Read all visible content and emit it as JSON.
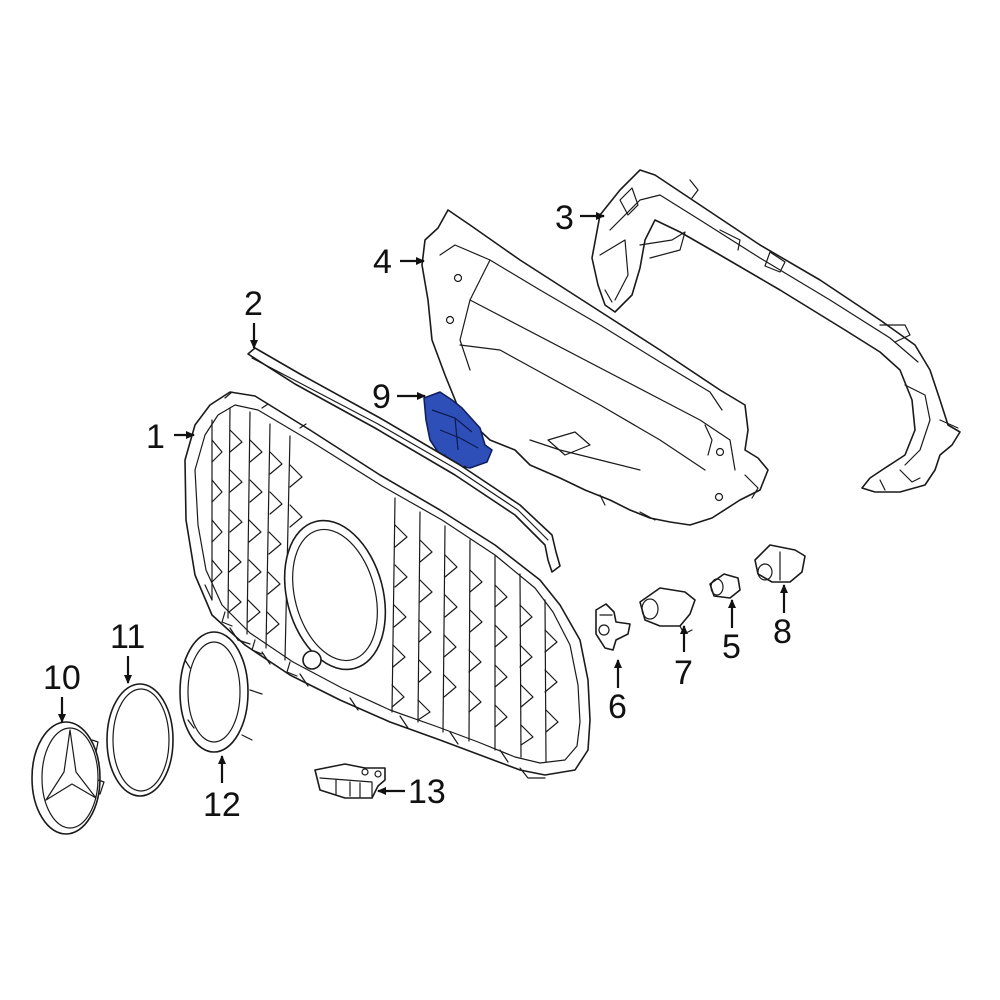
{
  "diagram": {
    "highlight_color": "#2f4fb8",
    "callouts": [
      {
        "id": "c1",
        "label": "1"
      },
      {
        "id": "c2",
        "label": "2"
      },
      {
        "id": "c3",
        "label": "3"
      },
      {
        "id": "c4",
        "label": "4"
      },
      {
        "id": "c5",
        "label": "5"
      },
      {
        "id": "c6",
        "label": "6"
      },
      {
        "id": "c7",
        "label": "7"
      },
      {
        "id": "c8",
        "label": "8"
      },
      {
        "id": "c9",
        "label": "9"
      },
      {
        "id": "c10",
        "label": "10"
      },
      {
        "id": "c11",
        "label": "11"
      },
      {
        "id": "c12",
        "label": "12"
      },
      {
        "id": "c13",
        "label": "13"
      }
    ]
  }
}
